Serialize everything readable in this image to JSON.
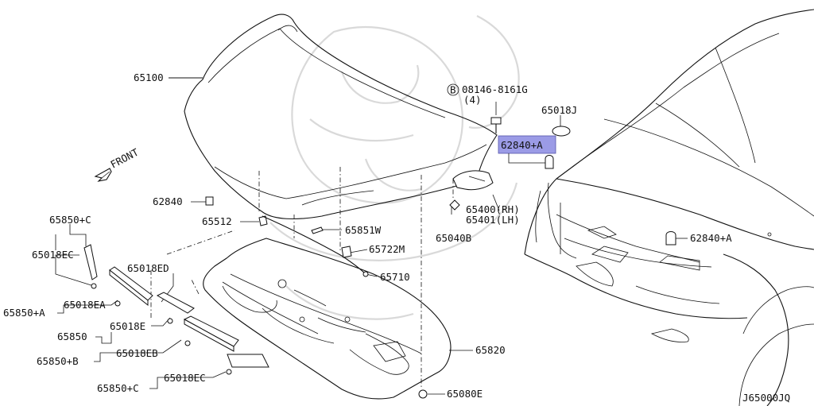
{
  "diagram": {
    "figure_code": "J65000JQ",
    "front_label": "FRONT",
    "highlight_color": "#9b9be6",
    "bolt_callout": {
      "symbol": "B",
      "code": "08146-8161G",
      "qty": "(4)"
    },
    "labels": {
      "p65100": "65100",
      "p62840": "62840",
      "p65512": "65512",
      "p65851w": "65851W",
      "p65722m": "65722M",
      "p65710": "65710",
      "p65820": "65820",
      "p65080e": "65080E",
      "p65040b": "65040B",
      "p65400": "65400(RH)",
      "p65401": "65401(LH)",
      "p62840a_hl": "62840+A",
      "p62840a": "62840+A",
      "p65018j": "65018J",
      "p65850c_top": "65850+C",
      "p65018ec_top": "65018EC",
      "p65018ed": "65018ED",
      "p65850a": "65850+A",
      "p65018ea": "65018EA",
      "p65850": "65850",
      "p65018e": "65018E",
      "p65850b": "65850+B",
      "p65018eb": "65018EB",
      "p65850c_bot": "65850+C",
      "p65018ec_bot": "65018EC"
    }
  }
}
